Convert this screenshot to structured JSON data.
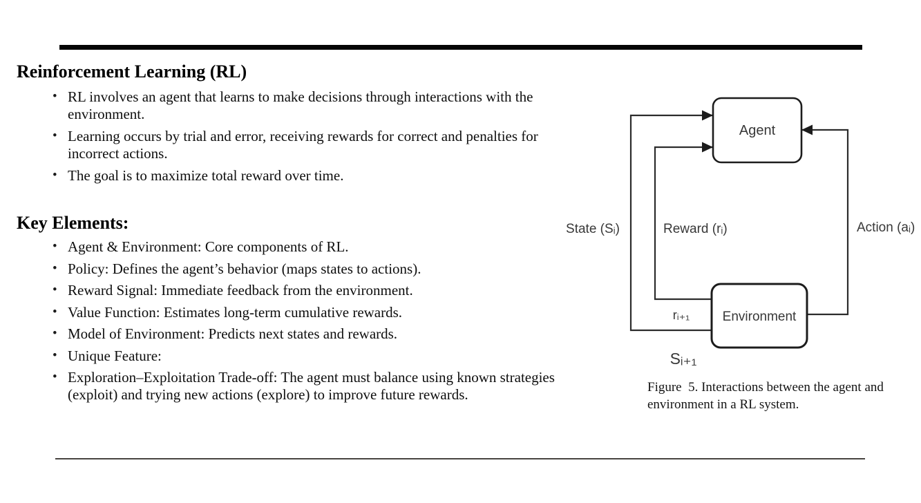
{
  "slide": {
    "title": "Reinforcement Learning (RL)",
    "section1": {
      "bullets": [
        "RL involves an agent that learns to make decisions through interactions with the environment.",
        "Learning occurs by trial and error, receiving rewards for correct and penalties for incorrect actions.",
        "The goal is to maximize total reward over time."
      ]
    },
    "section2": {
      "heading": "Key Elements:",
      "bullets": [
        "Agent & Environment: Core components of RL.",
        "Policy: Defines the agent’s behavior (maps states to actions).",
        "Reward Signal: Immediate feedback from the environment.",
        "Value Function: Estimates long-term cumulative rewards.",
        "Model of Environment: Predicts next states and rewards.",
        "Unique Feature:",
        "Exploration–Exploitation Trade-off: The agent must balance using known strategies (exploit) and trying new actions (explore) to improve future rewards."
      ]
    },
    "diagram": {
      "agent_label": "Agent",
      "environment_label": "Environment",
      "state_label": "State (Sᵢ)",
      "reward_label": "Reward (rᵢ)",
      "action_label": "Action (aᵢ)",
      "reward_next_label": "rᵢ₊₁",
      "state_next_label": "Sᵢ₊₁",
      "caption": "Figure  5. Interactions between the agent and environment in a RL system."
    },
    "colors": {
      "background": "#ffffff",
      "text": "#111111",
      "divider": "#050505",
      "diagram_line": "#2b2b2b"
    }
  }
}
